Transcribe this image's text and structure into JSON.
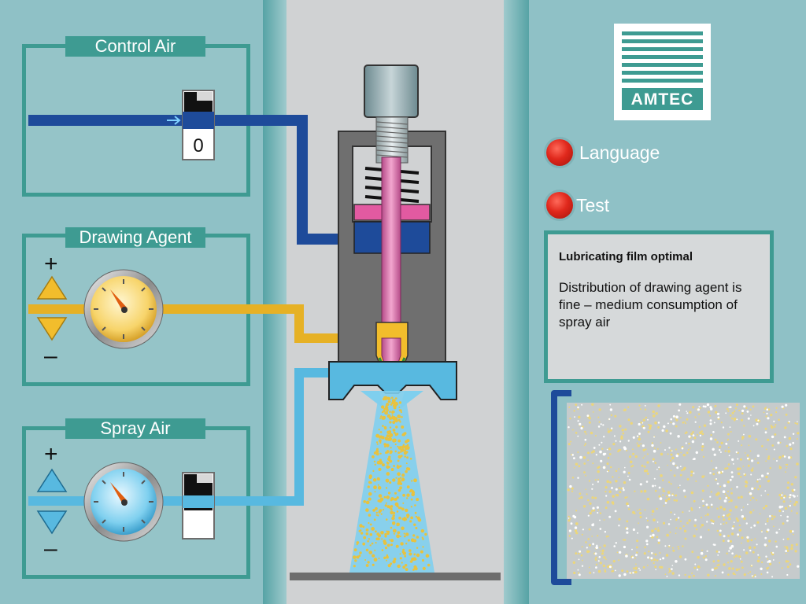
{
  "panels": {
    "control_air": {
      "title": "Control Air",
      "counter": "0"
    },
    "drawing_agent": {
      "title": "Drawing Agent",
      "plus": "+",
      "minus": "–"
    },
    "spray_air": {
      "title": "Spray Air",
      "plus": "+",
      "minus": "–"
    }
  },
  "logo": {
    "text": "AMTEC"
  },
  "menu": {
    "language": "Language",
    "test": "Test"
  },
  "info": {
    "title": "Lubricating film optimal",
    "text": "Distribution of drawing agent is fine – medium consumption of spray air"
  },
  "colors": {
    "panel_border": "#3e9b92",
    "background": "#8fc1c6",
    "control_air_pipe": "#1e4b9a",
    "drawing_agent_pipe": "#f2bd2c",
    "spray_air_pipe": "#58b9e0",
    "needle": "#d86fa9",
    "droplets": "#e8c23e"
  },
  "icons": [
    "arrow-right-icon",
    "triangle-up-icon",
    "triangle-down-icon",
    "red-button-icon"
  ]
}
